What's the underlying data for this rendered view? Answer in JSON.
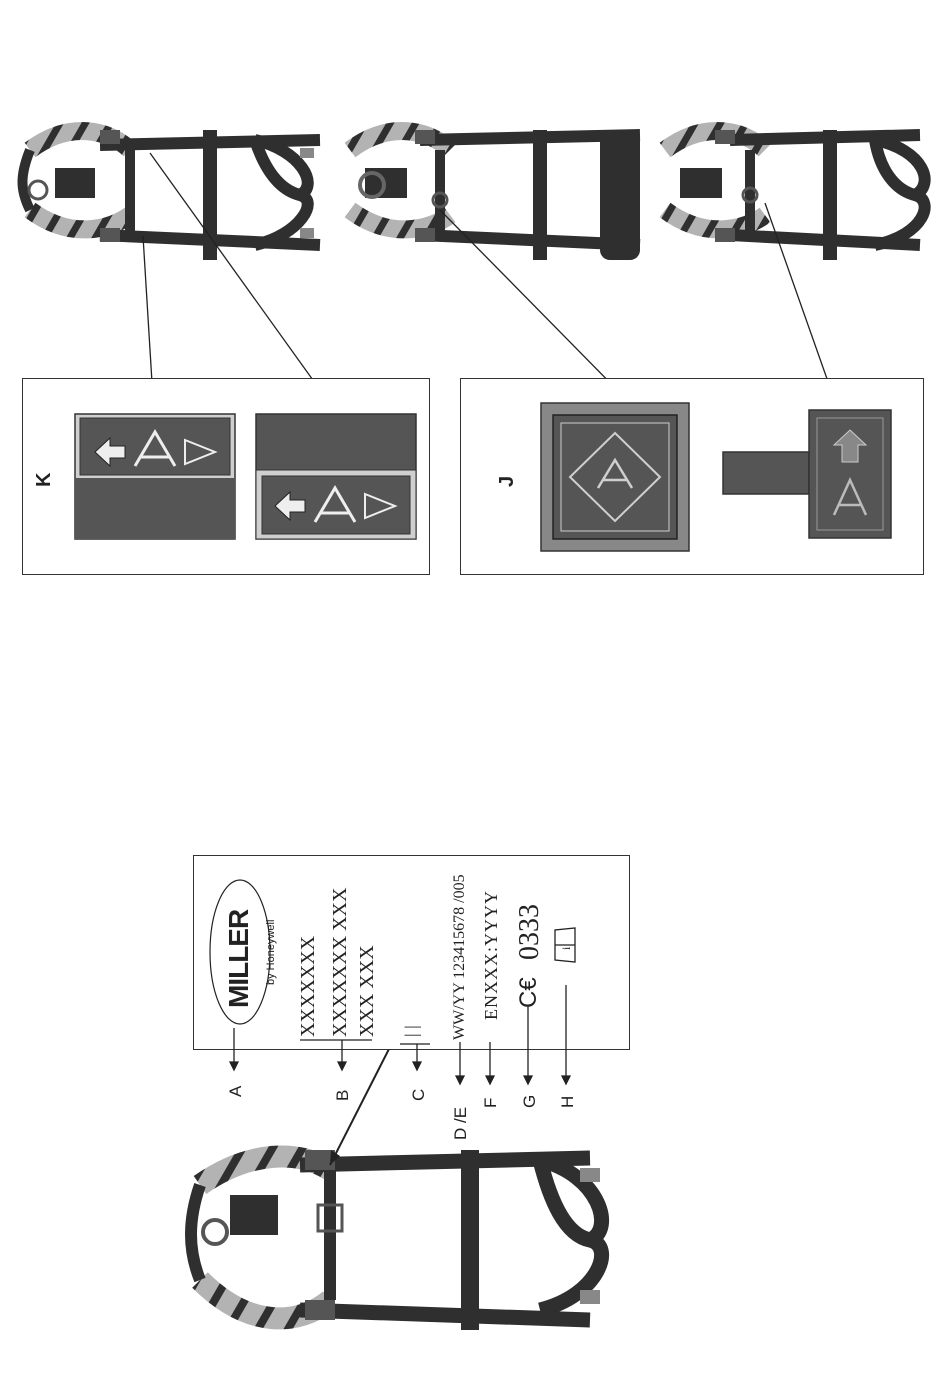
{
  "panel_k": {
    "title": "K"
  },
  "panel_j": {
    "title": "J"
  },
  "label_card": {
    "brand": "MILLER",
    "brand_sub": "by Honeywell",
    "lines_b": [
      "XXXXXXX",
      "XXXXXXX  XXX",
      "XXX XXX"
    ],
    "line_c": "|  |",
    "line_de": "WW/YY 123415678 /005",
    "line_f": "ENXXX:YYYY",
    "ce_mark": "C€",
    "ce_number": "0333",
    "info_icon": "book-info-icon"
  },
  "callouts": [
    "A",
    "B",
    "C",
    "D /E",
    "F",
    "G",
    "H"
  ],
  "pictogram_letter": "A",
  "colors": {
    "webbing_dark": "#2f2f2f",
    "webbing_reflective": "#a7a7a7",
    "label_fill_dark": "#555555",
    "label_fill_light": "#cfcfcf"
  }
}
